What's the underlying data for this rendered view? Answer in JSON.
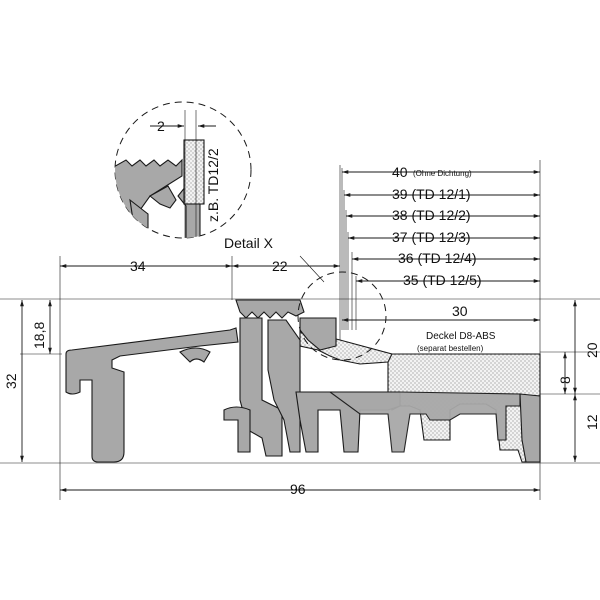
{
  "labels": {
    "detail_view": "Detail X",
    "cover_name": "Deckel D8-ABS",
    "cover_note": "(separat bestellen)",
    "seal_example": "z.B. TD12/2"
  },
  "dimensions": {
    "overall_width": "96",
    "left_span": "34",
    "mid_span": "22",
    "cover_width": "30",
    "height_total": "32",
    "height_inner": "18,8",
    "height_right": "20",
    "height_slot": "8",
    "height_base": "12",
    "detail_gap": "2",
    "w40": "40",
    "w40_note": "(Ohne Dichtung)",
    "w39": "39 (TD 12/1)",
    "w38": "38 (TD 12/2)",
    "w37": "37 (TD 12/3)",
    "w36": "36 (TD 12/4)",
    "w35": "35 (TD 12/5)"
  },
  "colors": {
    "profile": "#a8a8a8",
    "line": "#1a1a1a"
  }
}
